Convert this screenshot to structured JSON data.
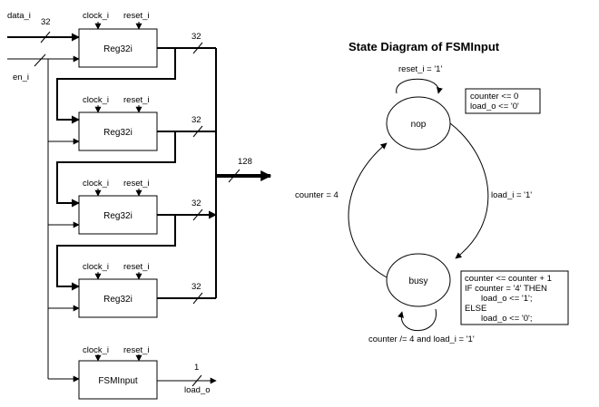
{
  "signals": {
    "data_in": "data_i",
    "enable": "en_i",
    "clock": "clock_i",
    "reset": "reset_i",
    "load_out": "load_o"
  },
  "widths": {
    "input_bus": "32",
    "reg_out": "32",
    "combined_bus": "128",
    "load_bit": "1"
  },
  "blocks": {
    "register": "Reg32i",
    "fsm": "FSMInput"
  },
  "state_diagram": {
    "title": "State Diagram of FSMInput",
    "states": {
      "nop": "nop",
      "busy": "busy"
    },
    "transitions": {
      "nop_self": "reset_i = '1'",
      "nop_to_busy": "load_i = '1'",
      "busy_to_nop": "counter = 4",
      "busy_self": "counter /= 4 and load_i = '1'"
    },
    "actions": {
      "nop": [
        "counter <= 0",
        "load_o <= '0'"
      ],
      "busy": [
        "counter <= counter + 1",
        "IF counter = '4' THEN",
        "load_o <= '1';",
        "ELSE",
        "load_o <= '0';"
      ]
    }
  }
}
